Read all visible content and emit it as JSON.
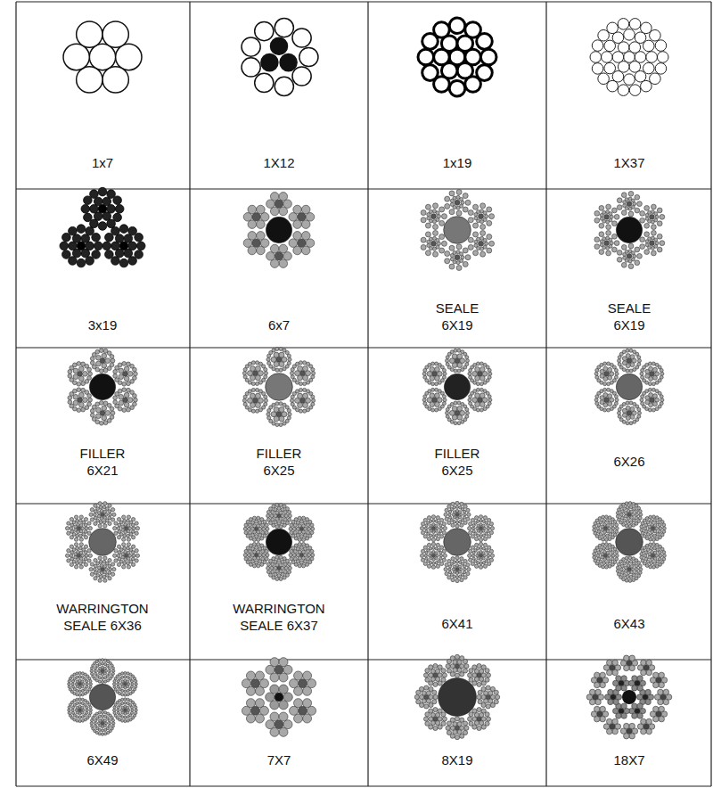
{
  "diagram": {
    "labels": [
      "1x7",
      "1X12",
      "1x19",
      "1X37",
      "3x19",
      "6x7",
      "SEALE 6X19",
      "SEALE 6X19",
      "FILLER 6X21",
      "FILLER 6X25",
      "FILLER 6X25",
      "6X26",
      "WARRINGTON SEALE 6X36",
      "WARRINGTON SEALE 6X37",
      "6X41",
      "6X43",
      "6X49",
      "7X7",
      "8X19",
      "18X7"
    ]
  }
}
